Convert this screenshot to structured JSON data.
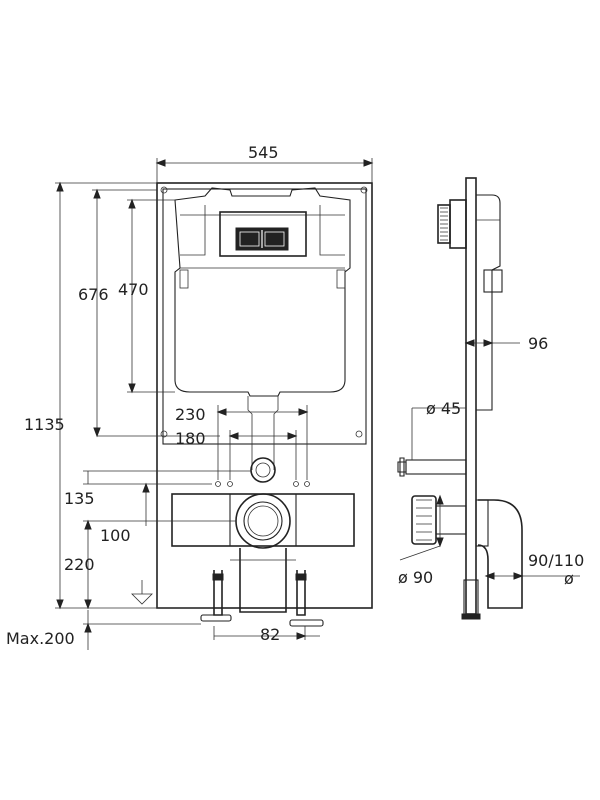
{
  "dimensions": {
    "frame_width": "545",
    "flush_plate_height": "676",
    "cistern_height": "470",
    "total_height": "1135",
    "inlet_offset_outer": "230",
    "inlet_offset_inner": "180",
    "inlet_height": "135",
    "outlet_diameter": "100",
    "outlet_height": "220",
    "max_adjust": "Max.200",
    "foot_spacing": "82",
    "frame_depth": "96",
    "supply_diameter": "ø 45",
    "waste_diameter": "ø 90",
    "bend_diameter": "90/110",
    "bend_diameter_symbol": "ø"
  },
  "colors": {
    "line": "#222222",
    "background": "#ffffff"
  }
}
